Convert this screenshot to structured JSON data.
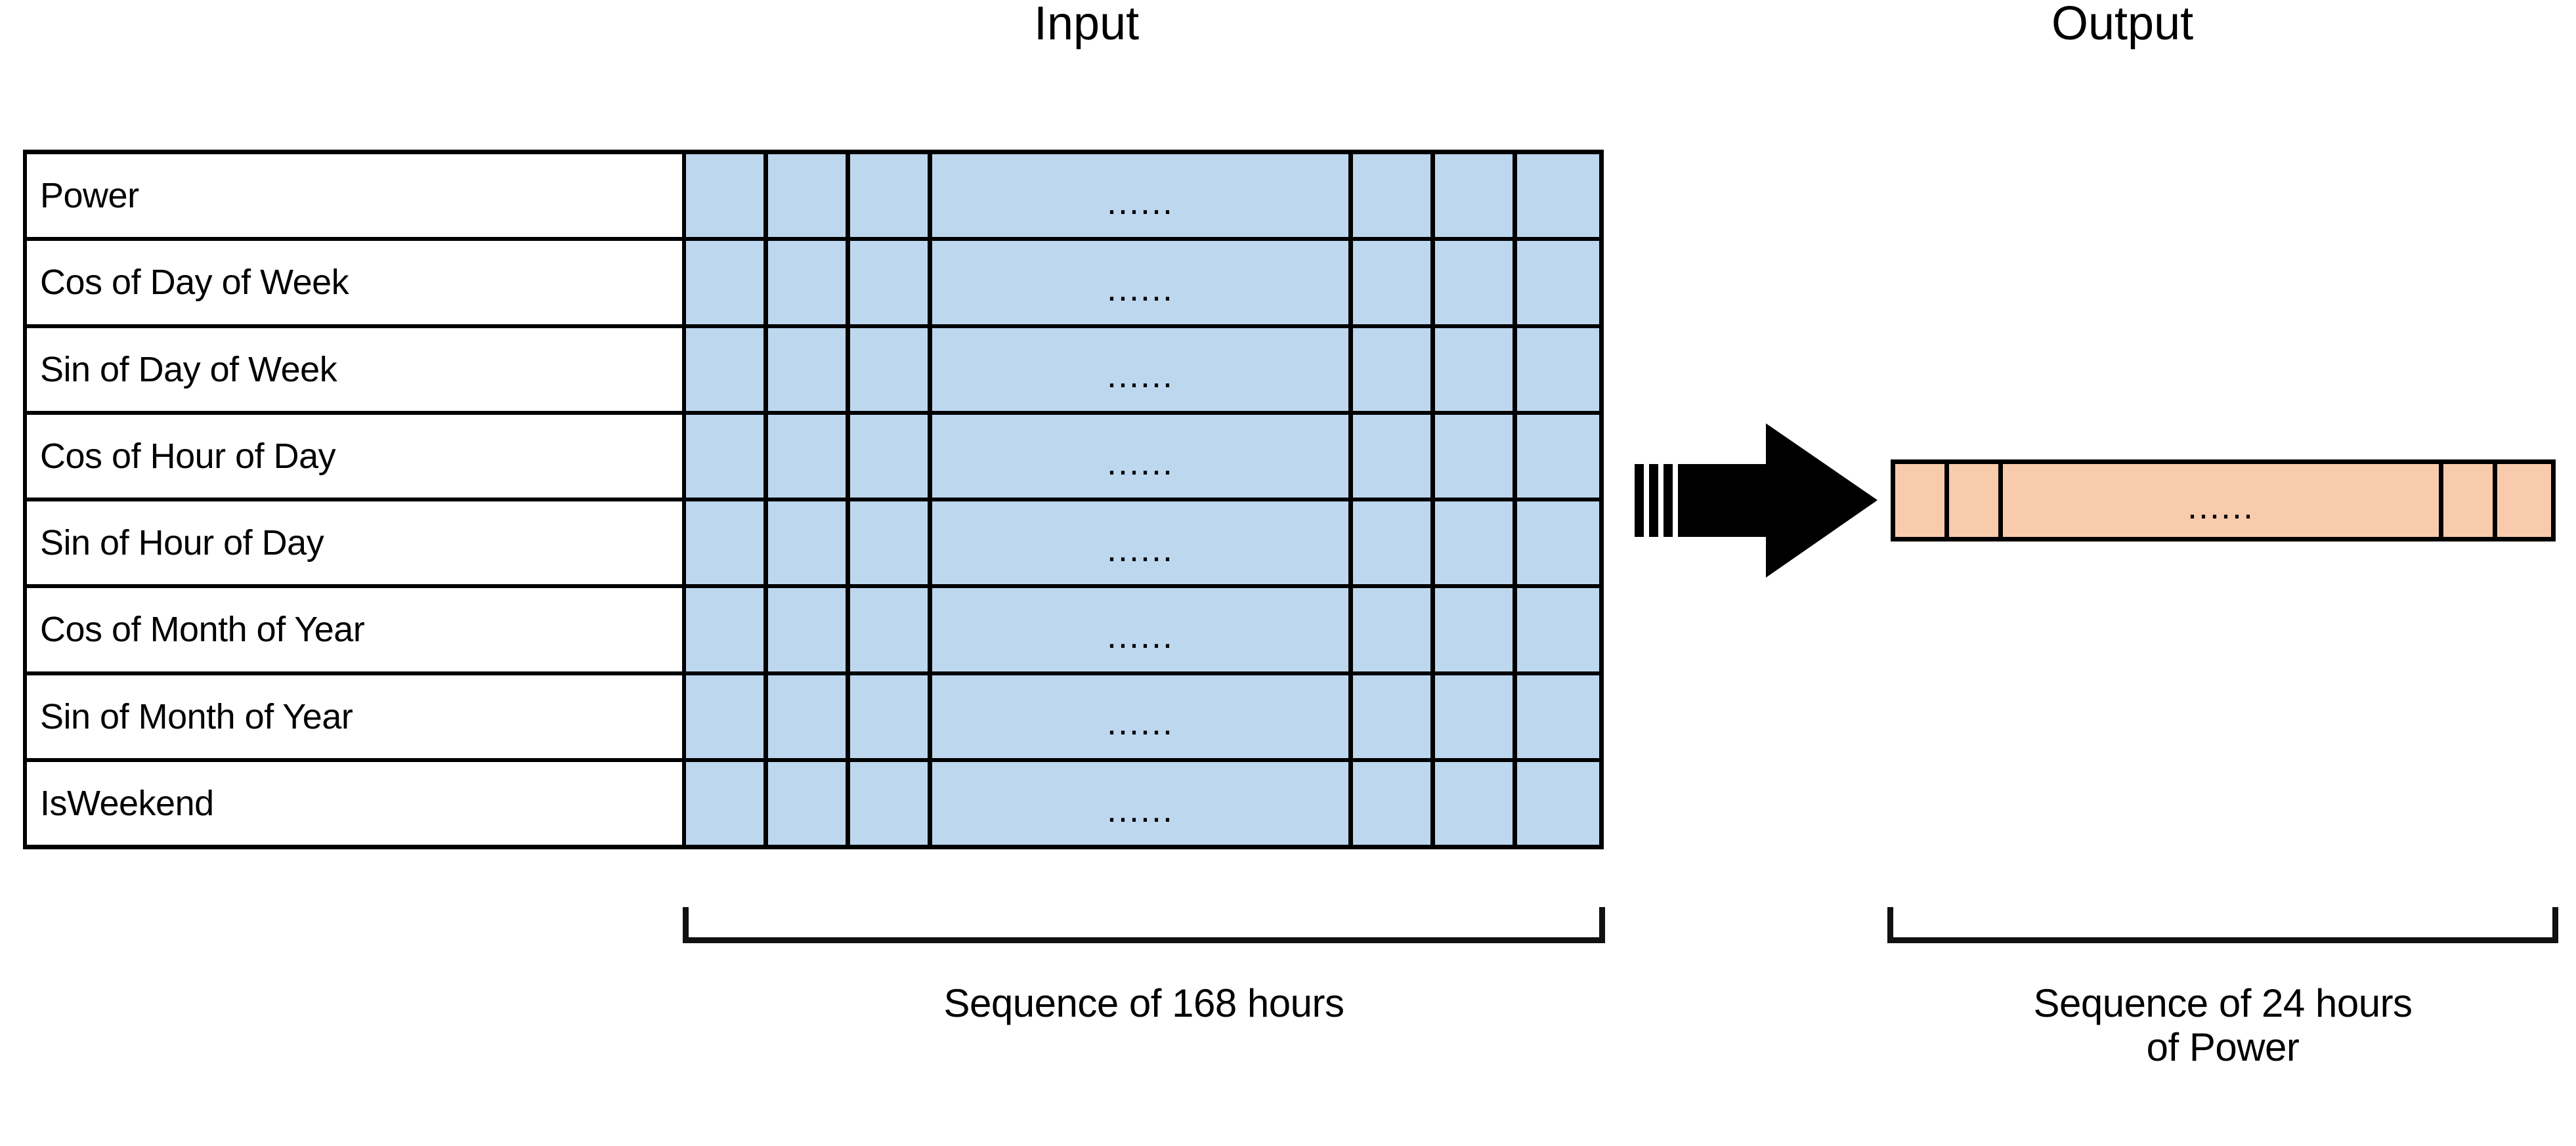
{
  "titles": {
    "input": "Input",
    "output": "Output"
  },
  "colors": {
    "input_cell": "#bdd7ee",
    "output_cell": "#f8cbad",
    "stroke": "#000000",
    "background": "#ffffff"
  },
  "input": {
    "features": [
      {
        "label": "Power"
      },
      {
        "label": "Cos of Day of Week"
      },
      {
        "label": "Sin of Day of Week"
      },
      {
        "label": "Cos of Hour of Day"
      },
      {
        "label": "Sin of Hour of Day"
      },
      {
        "label": "Cos of Month of Year"
      },
      {
        "label": "Sin of Month of Year"
      },
      {
        "label": "IsWeekend"
      }
    ],
    "ellipsis": "......",
    "cells_before_ellipsis": 3,
    "cells_after_ellipsis": 3,
    "caption": "Sequence of 168 hours",
    "sequence_length": 168,
    "sequence_unit": "hours"
  },
  "arrow": {
    "direction": "right",
    "icon": "block-arrow-right-icon"
  },
  "output": {
    "ellipsis": "......",
    "cells_before_ellipsis": 2,
    "cells_after_ellipsis": 2,
    "caption_line1": "Sequence of 24 hours",
    "caption_line2": "of Power",
    "sequence_length": 24,
    "sequence_unit": "hours",
    "variable": "Power"
  }
}
